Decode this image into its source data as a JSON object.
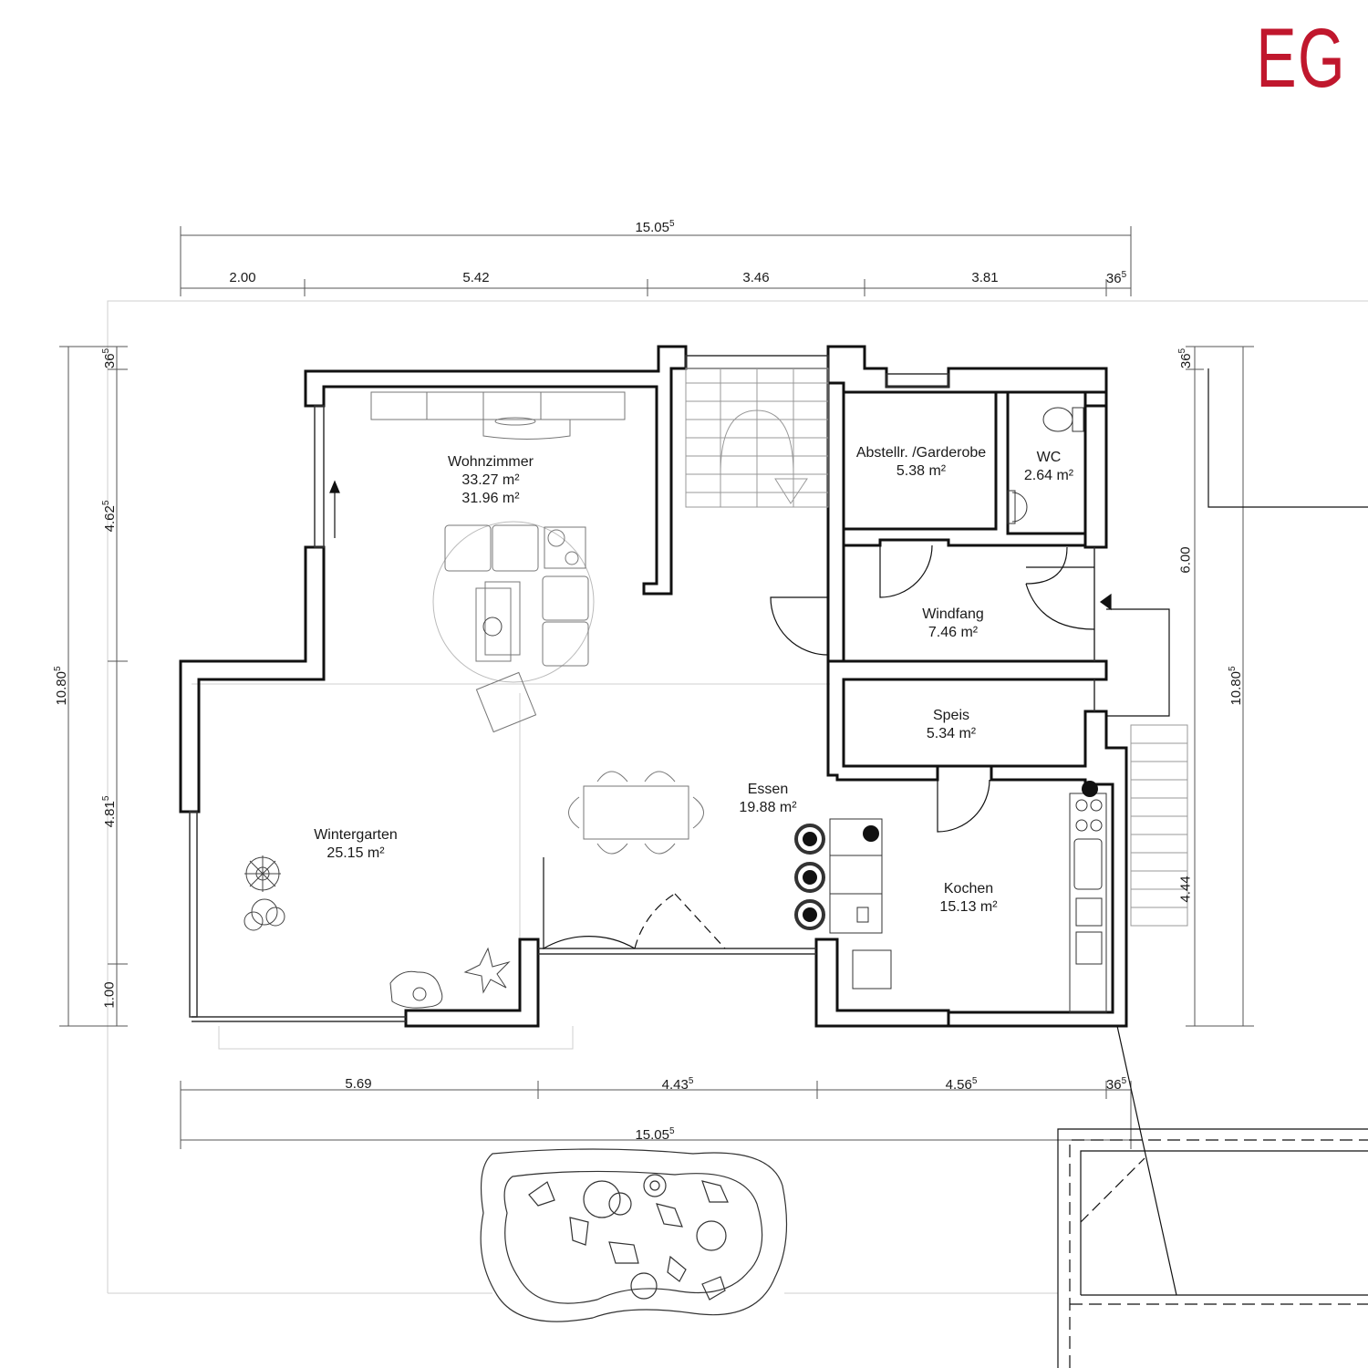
{
  "floor_label": "EG",
  "accent_color": "#c0172d",
  "rooms": {
    "wohnzimmer": {
      "name": "Wohnzimmer",
      "area": "33.27 m²",
      "area2": "31.96 m²"
    },
    "abstell": {
      "name": "Abstellr. /Garderobe",
      "area": "5.38 m²"
    },
    "wc": {
      "name": "WC",
      "area": "2.64 m²"
    },
    "windfang": {
      "name": "Windfang",
      "area": "7.46 m²"
    },
    "speis": {
      "name": "Speis",
      "area": "5.34 m²"
    },
    "essen": {
      "name": "Essen",
      "area": "19.88 m²"
    },
    "wintergarten": {
      "name": "Wintergarten",
      "area": "25.15 m²"
    },
    "kochen": {
      "name": "Kochen",
      "area": "15.13 m²"
    }
  },
  "dimensions": {
    "top_total": "15.05",
    "top_segments": [
      "2.00",
      "5.42",
      "3.46",
      "3.81",
      "36"
    ],
    "bottom_total": "15.05",
    "bottom_segments": [
      "5.69",
      "4.43",
      "4.56",
      "36"
    ],
    "left_total": "10.80",
    "left_segments": [
      "36",
      "4.62",
      "4.81",
      "1.00"
    ],
    "right_total": "10.80",
    "right_segments": [
      "36",
      "6.00",
      "4.44"
    ],
    "superscript": "5"
  }
}
